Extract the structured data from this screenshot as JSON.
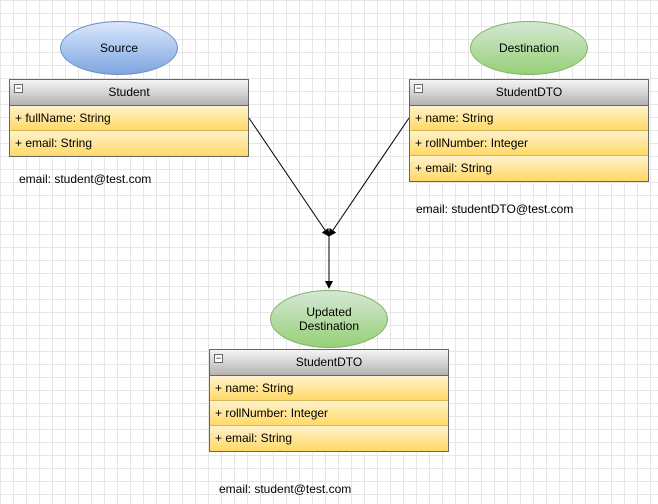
{
  "source_label": "Source",
  "destination_label": "Destination",
  "updated_label": "Updated Destination",
  "collapse_glyph": "−",
  "student": {
    "title": "Student",
    "fields": [
      "+ fullName: String",
      "+ email: String"
    ],
    "note": "email: student@test.com"
  },
  "dto": {
    "title": "StudentDTO",
    "fields": [
      "+ name: String",
      "+ rollNumber: Integer",
      "+ email: String"
    ],
    "note": "email: studentDTO@test.com"
  },
  "updated_dto": {
    "title": "StudentDTO",
    "fields": [
      "+ name: String",
      "+ rollNumber: Integer",
      "+ email: String"
    ],
    "note": "email: student@test.com"
  }
}
